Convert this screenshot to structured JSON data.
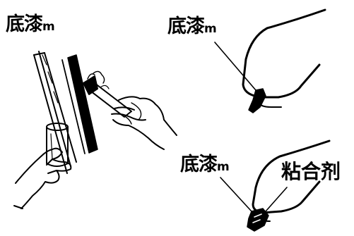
{
  "labels": {
    "primer_text": "底漆",
    "primer_suffix": "m",
    "adhesive": "粘合剂"
  },
  "colors": {
    "ink": "#000000",
    "background": "#ffffff"
  },
  "icons": [
    "brush-application-hand-illustration",
    "windshield-frame-primer-illustration",
    "windshield-frame-adhesive-illustration"
  ]
}
